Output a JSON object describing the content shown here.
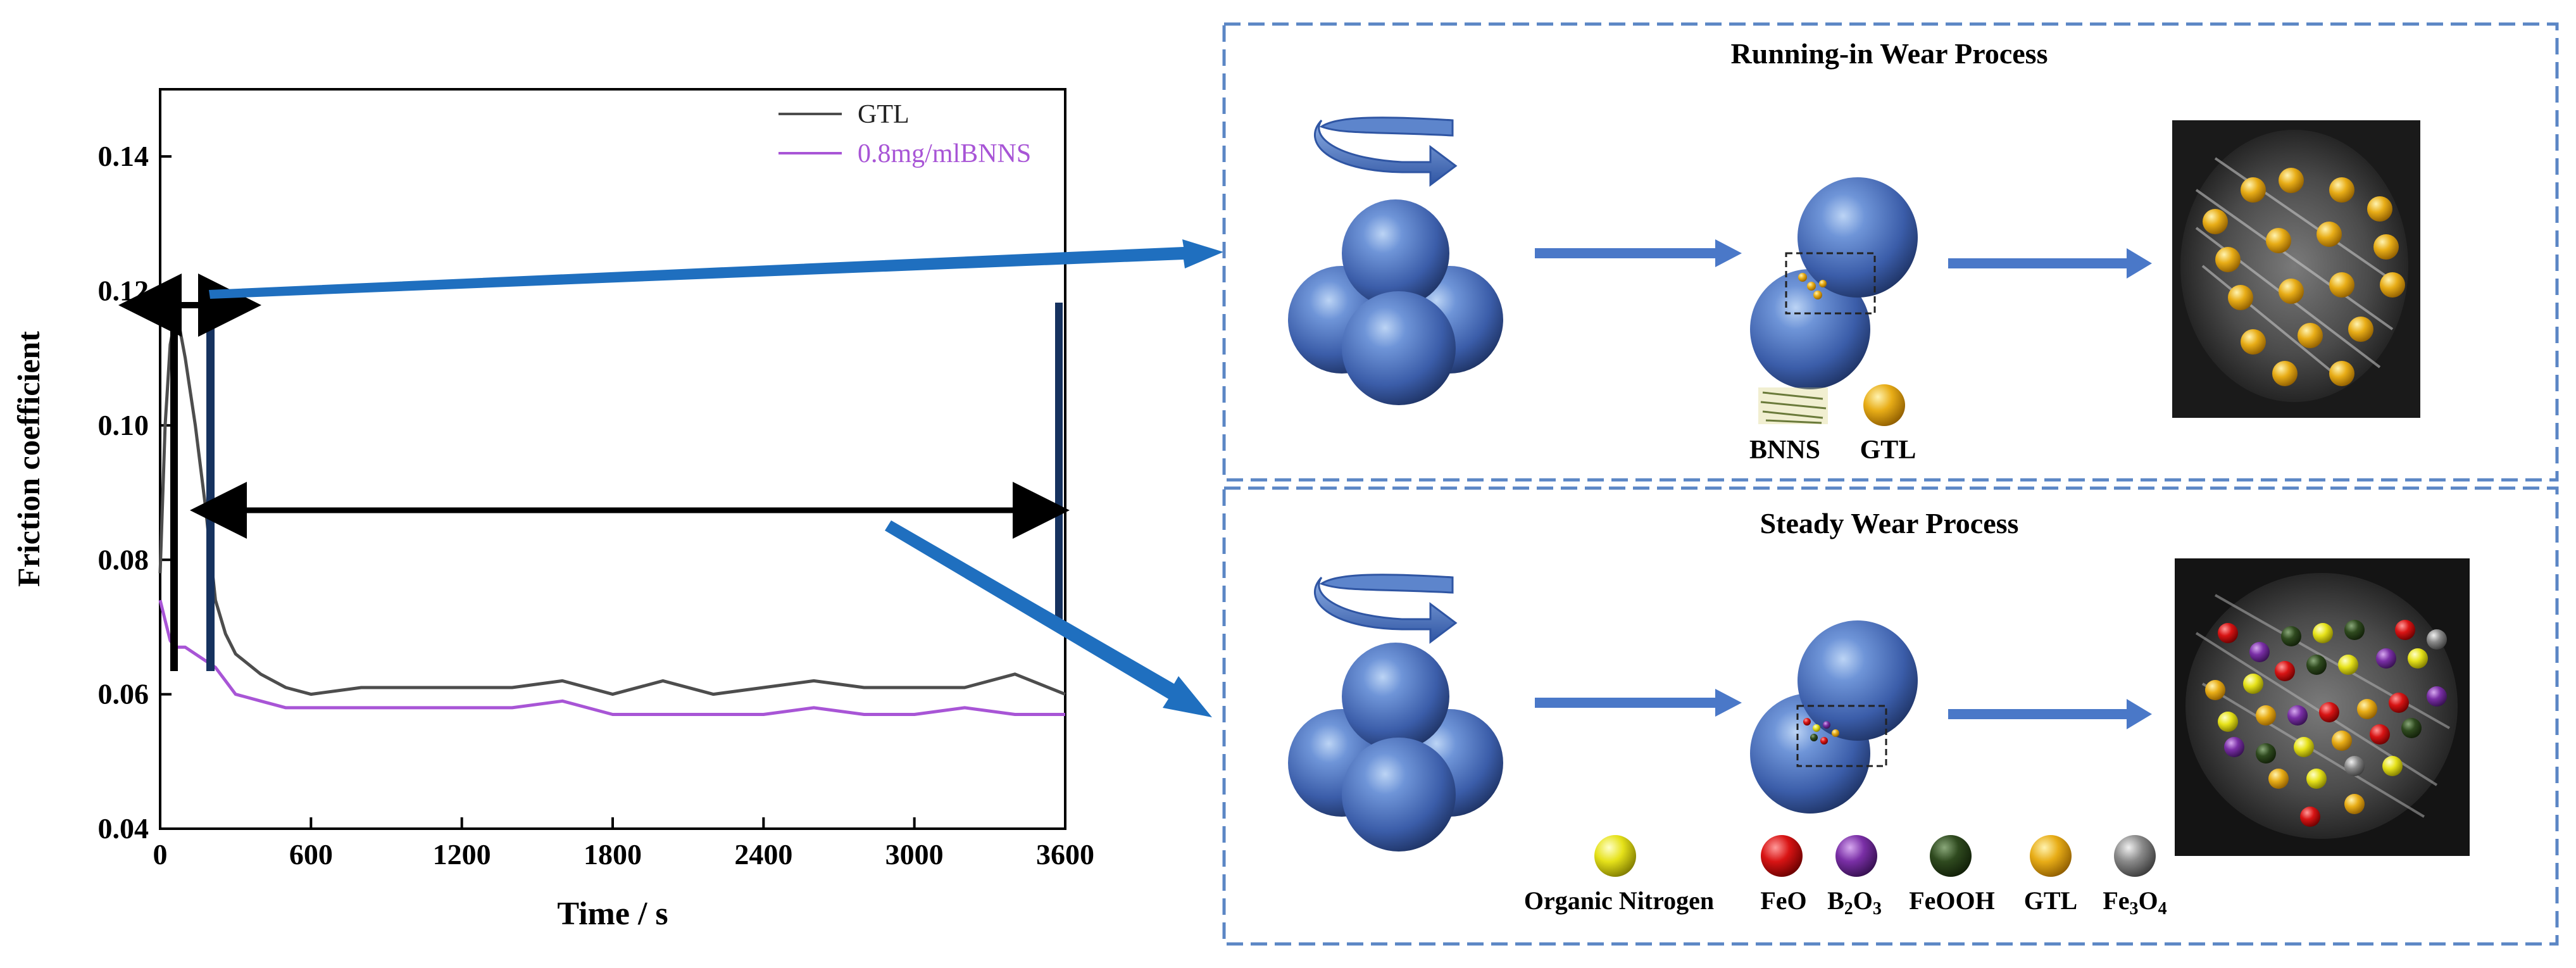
{
  "chart_data": {
    "type": "line",
    "xlabel": "Time / s",
    "ylabel": "Friction coefficient",
    "xlim": [
      0,
      3600
    ],
    "ylim": [
      0.04,
      0.15
    ],
    "xticks": [
      "0",
      "600",
      "1200",
      "1800",
      "2400",
      "3000",
      "3600"
    ],
    "yticks": [
      "0.04",
      "0.06",
      "0.08",
      "0.10",
      "0.12",
      "0.14"
    ],
    "legend_position": "top-right",
    "series": [
      {
        "name": "GTL",
        "color": "#4d4d4d",
        "x": [
          0,
          20,
          40,
          60,
          80,
          100,
          140,
          180,
          220,
          260,
          300,
          400,
          500,
          600,
          800,
          1000,
          1200,
          1400,
          1600,
          1800,
          2000,
          2200,
          2400,
          2600,
          2800,
          3000,
          3200,
          3400,
          3600
        ],
        "y": [
          0.078,
          0.1,
          0.112,
          0.116,
          0.114,
          0.11,
          0.1,
          0.088,
          0.074,
          0.069,
          0.066,
          0.063,
          0.061,
          0.06,
          0.061,
          0.061,
          0.061,
          0.061,
          0.062,
          0.06,
          0.062,
          0.06,
          0.061,
          0.062,
          0.061,
          0.061,
          0.061,
          0.063,
          0.06
        ]
      },
      {
        "name": "0.8mg/mlBNNS",
        "color": "#a855d6",
        "x": [
          0,
          20,
          40,
          60,
          80,
          100,
          140,
          180,
          220,
          260,
          300,
          400,
          500,
          600,
          800,
          1000,
          1200,
          1400,
          1600,
          1800,
          2000,
          2200,
          2400,
          2600,
          2800,
          3000,
          3200,
          3400,
          3600
        ],
        "y": [
          0.074,
          0.071,
          0.068,
          0.067,
          0.067,
          0.067,
          0.066,
          0.065,
          0.064,
          0.062,
          0.06,
          0.059,
          0.058,
          0.058,
          0.058,
          0.058,
          0.058,
          0.058,
          0.059,
          0.057,
          0.057,
          0.057,
          0.057,
          0.058,
          0.057,
          0.057,
          0.058,
          0.057,
          0.057
        ]
      }
    ]
  },
  "panels": {
    "top_title": "Running-in Wear Process",
    "bottom_title": "Steady Wear Process",
    "top_labels": {
      "bnns": "BNNS",
      "gtl": "GTL"
    },
    "bottom_labels": {
      "organic_nitrogen": "Organic Nitrogen",
      "feo": "FeO",
      "b2o3_main": "B",
      "b2o3_sub1": "2",
      "b2o3_mid": "O",
      "b2o3_sub2": "3",
      "feooh": "FeOOH",
      "gtl": "GTL",
      "fe3o4_main": "Fe",
      "fe3o4_sub1": "3",
      "fe3o4_mid": "O",
      "fe3o4_sub2": "4"
    }
  },
  "colors": {
    "accent_arrow": "#1f6fbf",
    "panel_border": "#5b86c5",
    "ball": "#3f63b0",
    "organic_nitrogen": "#e6e21a",
    "feo": "#d81414",
    "b2o3": "#7a2fa6",
    "feooh": "#2f4a1f",
    "gtl": "#e6a412",
    "fe3o4": "#8a8a8a"
  }
}
